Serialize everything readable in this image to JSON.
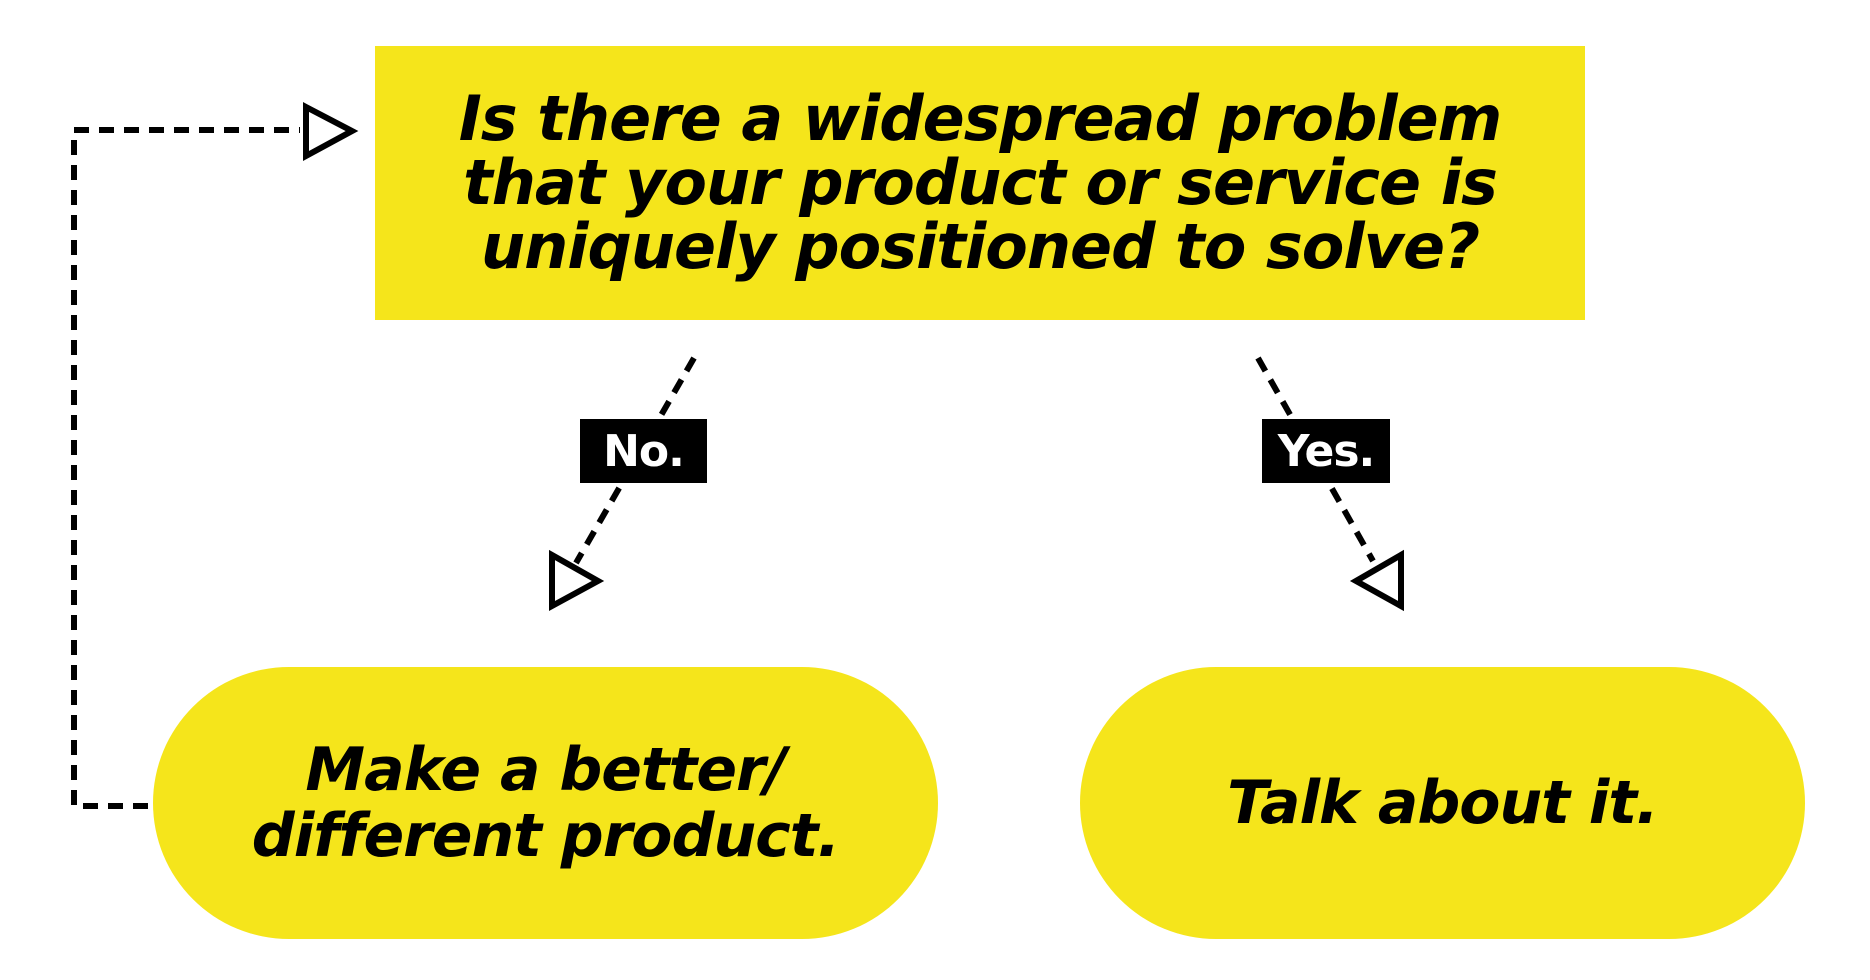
{
  "colors": {
    "accent": "#f5e51b",
    "text": "#000000",
    "label_bg": "#000000",
    "label_text": "#ffffff",
    "background": "#ffffff"
  },
  "question": {
    "line1": "Is there a widespread problem",
    "line2": "that your product or service is",
    "line3": "uniquely positioned to solve?"
  },
  "labels": {
    "no": "No.",
    "yes": "Yes."
  },
  "outcomes": {
    "no_line1": "Make a better/",
    "no_line2": "different product.",
    "yes": "Talk about it."
  },
  "connectors": [
    {
      "from": "question",
      "to": "outcome-no",
      "label": "No.",
      "style": "dashed"
    },
    {
      "from": "question",
      "to": "outcome-yes",
      "label": "Yes.",
      "style": "dashed"
    },
    {
      "from": "outcome-no",
      "to": "question",
      "style": "dashed"
    }
  ]
}
